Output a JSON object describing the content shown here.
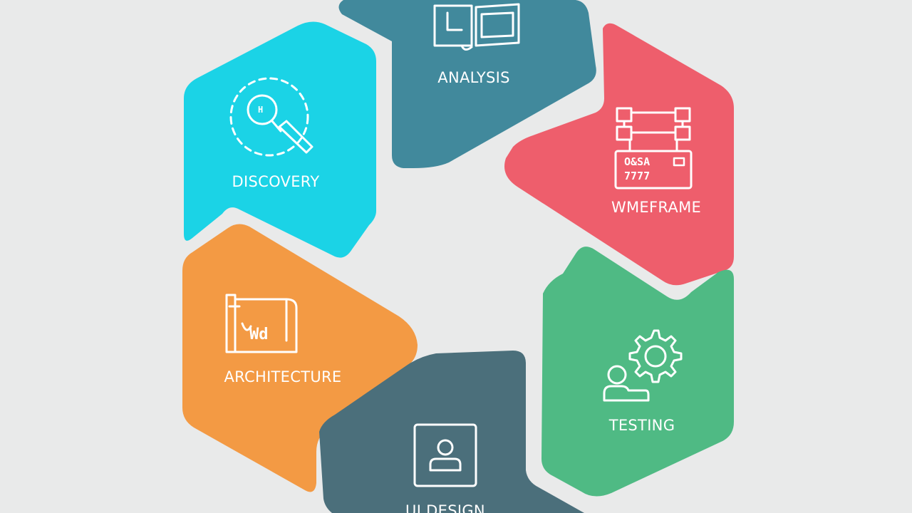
{
  "colors": {
    "background": "#e9eaea",
    "discovery": "#1bd3e6",
    "analysis": "#41899c",
    "wireframe": "#ee5e6c",
    "testing": "#4fba84",
    "design": "#4b6f7b",
    "architecture": "#f39a44",
    "icon_stroke": "#ffffff"
  },
  "segments": {
    "analysis": {
      "label": "ANALYSIS",
      "icon": "blueprint-icon"
    },
    "discovery": {
      "label": "DISCOVERY",
      "icon": "magnifier-icon"
    },
    "wireframe": {
      "label": "WMEFRAME",
      "icon": "wireframe-icon",
      "icon_text_1": "O&SA",
      "icon_text_2": "7777"
    },
    "architecture": {
      "label": "ARCHITECTURE",
      "icon": "architecture-plan-icon",
      "icon_text": "Wd"
    },
    "testing": {
      "label": "TESTING",
      "icon": "gear-user-icon"
    },
    "design": {
      "label": "UI DESIGN",
      "icon": "user-frame-icon"
    }
  }
}
